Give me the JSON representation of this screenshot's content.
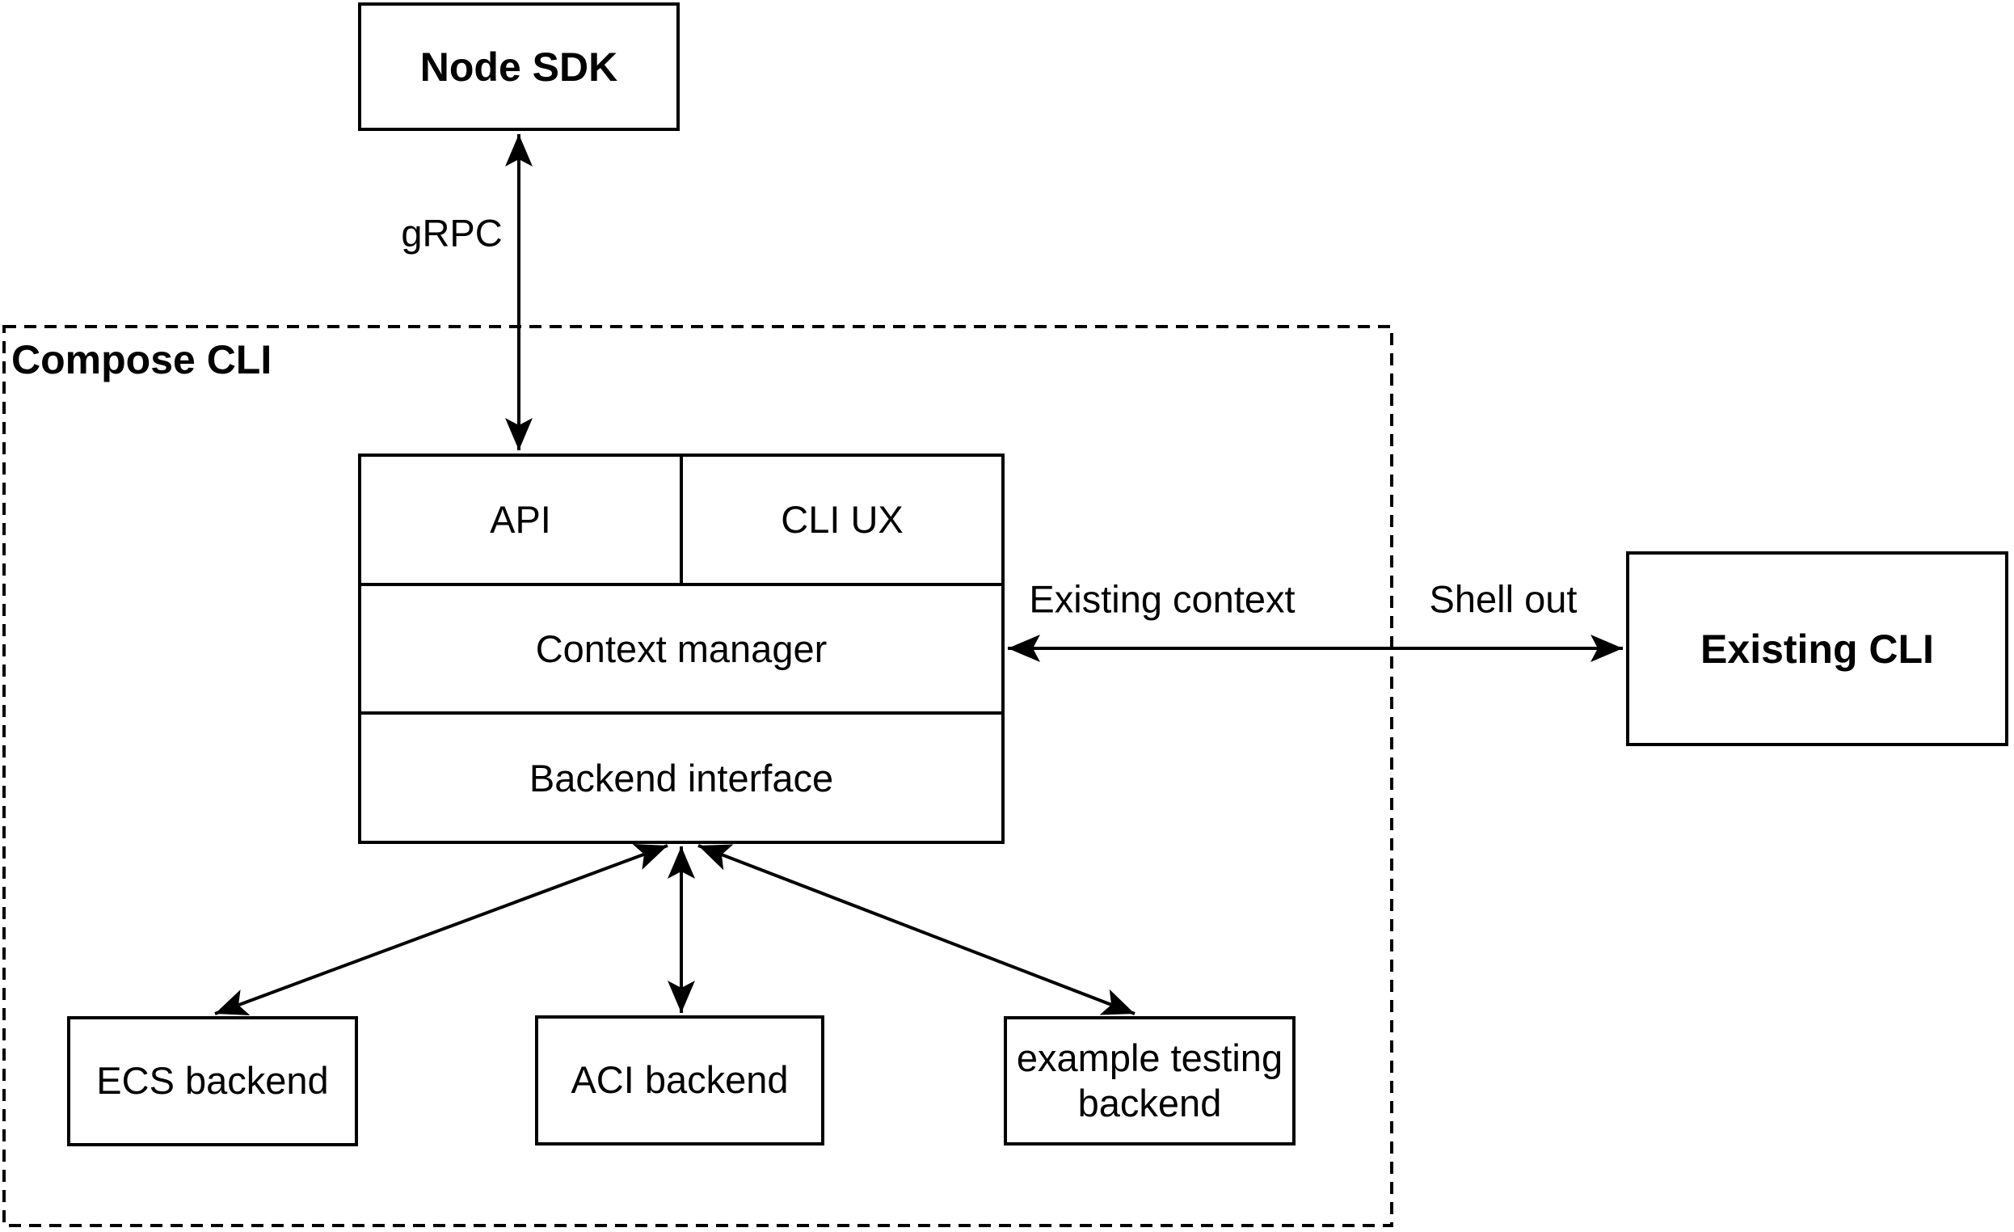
{
  "diagram": {
    "nodes": {
      "node_sdk": {
        "label": "Node SDK"
      },
      "api": {
        "label": "API"
      },
      "cli_ux": {
        "label": "CLI UX"
      },
      "context_manager": {
        "label": "Context manager"
      },
      "backend_interface": {
        "label": "Backend interface"
      },
      "existing_cli": {
        "label": "Existing CLI"
      },
      "ecs_backend": {
        "label": "ECS backend"
      },
      "aci_backend": {
        "label": "ACI backend"
      },
      "example_testing_backend": {
        "label": "example testing backend"
      }
    },
    "container": {
      "label": "Compose CLI"
    },
    "edge_labels": {
      "grpc": "gRPC",
      "existing_context": "Existing context",
      "shell_out": "Shell out"
    },
    "colors": {
      "stroke": "#000000",
      "node_fill": "#ffffff",
      "background": "#ffffff",
      "text": "#000000"
    }
  }
}
